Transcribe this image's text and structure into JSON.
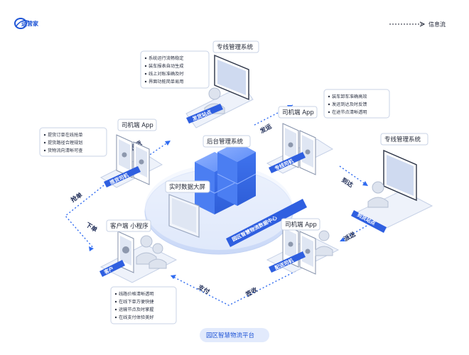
{
  "logo": {
    "text": "运营家"
  },
  "legend": {
    "label": "信息流"
  },
  "footer": {
    "label": "园区智慧物流平台"
  },
  "center": {
    "platform_label": "园区智慧物流数据中心",
    "backend_label": "后台管理系统",
    "screen_label": "实时数据大屏"
  },
  "nodes": {
    "top": {
      "title": "专线管理系统",
      "tag": "发货站点",
      "bullets": [
        "系统运行流畅稳定",
        "装车报表自动生成",
        "线上对账准确及时",
        "界面功能简单易用"
      ]
    },
    "right_app": {
      "title": "司机端 App",
      "tag": "专线司机",
      "bullets": [
        "装车卸车准确高效",
        "发运到达及时反馈",
        "在途节点清晰透明"
      ]
    },
    "right": {
      "title": "专线管理系统",
      "tag": "到货站点"
    },
    "left_app": {
      "title": "司机端 App",
      "tag": "揽货司机",
      "bullets": [
        "提货订单在线抢单",
        "提货路径合理规划",
        "货物流向清晰可查"
      ]
    },
    "bottom_left": {
      "title": "客户端 小程序",
      "tag": "客户",
      "bullets": [
        "线路价格清晰透明",
        "在线下单方便快捷",
        "运输节点及时掌握",
        "在线支付体验美好"
      ]
    },
    "bottom_right": {
      "title": "司机端 App",
      "tag": "配送司机"
    }
  },
  "flows": {
    "pickup_order": "抢单",
    "place_order": "下单",
    "dispatch": "提货",
    "ship": "发运",
    "arrive": "到达",
    "deliver": "派送",
    "sign": "签收",
    "pay": "支付"
  },
  "colors": {
    "primary": "#2f6bf0",
    "light": "#dfe8fb",
    "tag": "#2f5fe0",
    "dark": "#1c2a55"
  }
}
